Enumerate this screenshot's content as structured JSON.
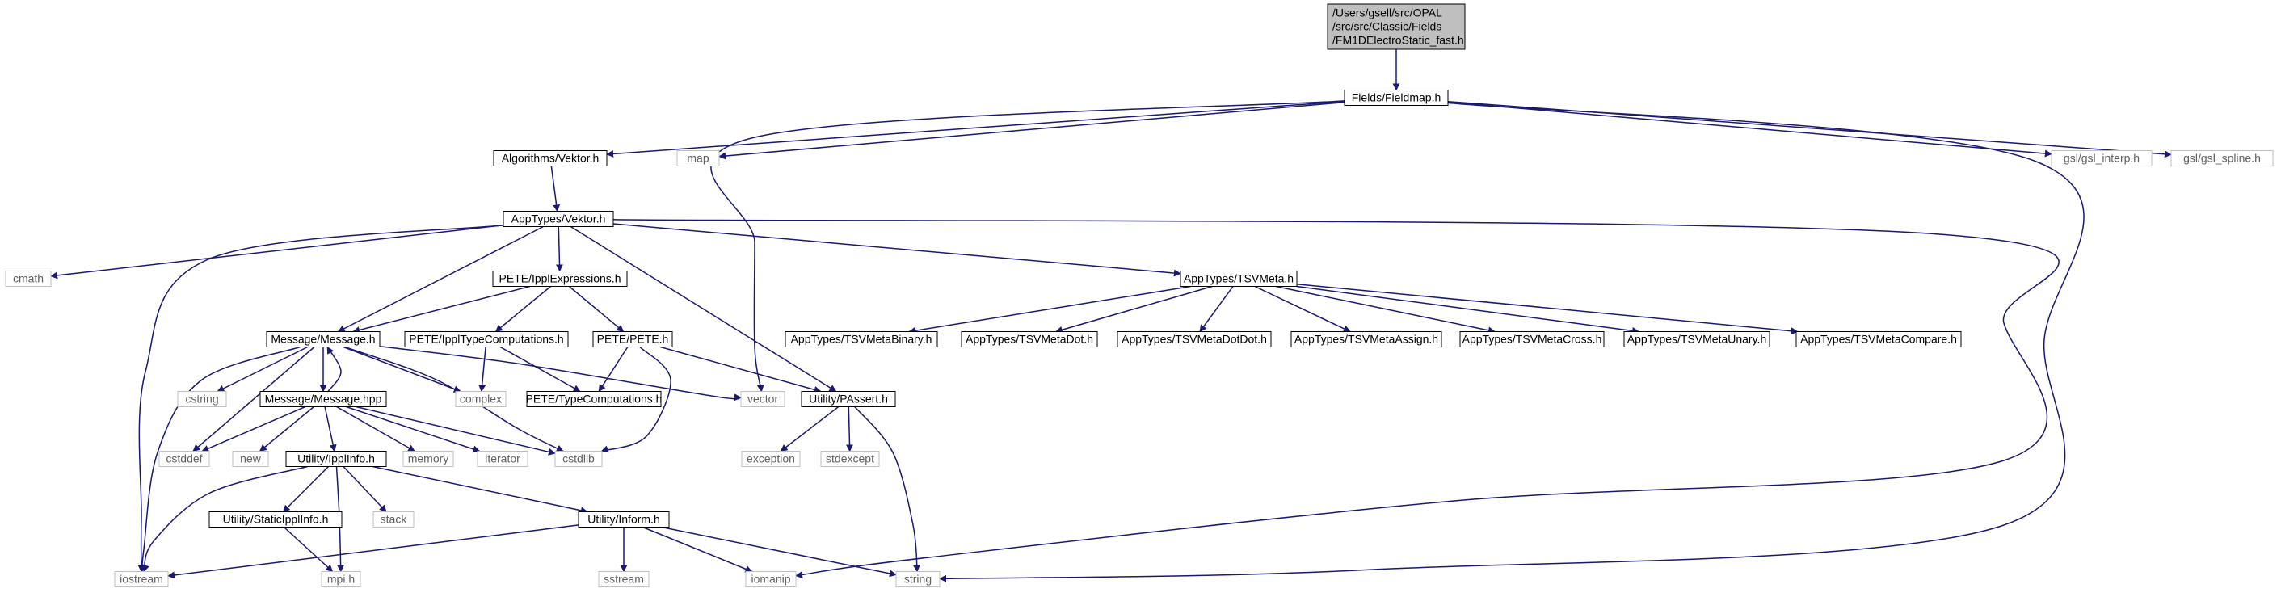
{
  "graph": {
    "edge_color": "#191970",
    "root_fill": "#bfbfbf",
    "header_border": "#000000",
    "system_border": "#bfbfbf",
    "nodes": [
      {
        "id": "root",
        "kind": "root",
        "lines": [
          "/Users/gsell/src/OPAL",
          "/src/src/Classic/Fields",
          "/FM1DElectroStatic_fast.h"
        ]
      },
      {
        "id": "fieldmap",
        "kind": "header",
        "lines": [
          "Fields/Fieldmap.h"
        ]
      },
      {
        "id": "alg_vektor",
        "kind": "header",
        "lines": [
          "Algorithms/Vektor.h"
        ]
      },
      {
        "id": "map",
        "kind": "system",
        "lines": [
          "map"
        ]
      },
      {
        "id": "gsl_interp",
        "kind": "system",
        "lines": [
          "gsl/gsl_interp.h"
        ]
      },
      {
        "id": "gsl_spline",
        "kind": "system",
        "lines": [
          "gsl/gsl_spline.h"
        ]
      },
      {
        "id": "app_vektor",
        "kind": "header",
        "lines": [
          "AppTypes/Vektor.h"
        ]
      },
      {
        "id": "cmath",
        "kind": "system",
        "lines": [
          "cmath"
        ]
      },
      {
        "id": "ippl_expr",
        "kind": "header",
        "lines": [
          "PETE/IpplExpressions.h"
        ]
      },
      {
        "id": "tsvmeta",
        "kind": "header",
        "lines": [
          "AppTypes/TSVMeta.h"
        ]
      },
      {
        "id": "message_h",
        "kind": "header",
        "lines": [
          "Message/Message.h"
        ]
      },
      {
        "id": "ippl_typecomp",
        "kind": "header",
        "lines": [
          "PETE/IpplTypeComputations.h"
        ]
      },
      {
        "id": "pete_h",
        "kind": "header",
        "lines": [
          "PETE/PETE.h"
        ]
      },
      {
        "id": "tsv_binary",
        "kind": "header",
        "lines": [
          "AppTypes/TSVMetaBinary.h"
        ]
      },
      {
        "id": "tsv_dot",
        "kind": "header",
        "lines": [
          "AppTypes/TSVMetaDot.h"
        ]
      },
      {
        "id": "tsv_dotdot",
        "kind": "header",
        "lines": [
          "AppTypes/TSVMetaDotDot.h"
        ]
      },
      {
        "id": "tsv_assign",
        "kind": "header",
        "lines": [
          "AppTypes/TSVMetaAssign.h"
        ]
      },
      {
        "id": "tsv_cross",
        "kind": "header",
        "lines": [
          "AppTypes/TSVMetaCross.h"
        ]
      },
      {
        "id": "tsv_unary",
        "kind": "header",
        "lines": [
          "AppTypes/TSVMetaUnary.h"
        ]
      },
      {
        "id": "tsv_compare",
        "kind": "header",
        "lines": [
          "AppTypes/TSVMetaCompare.h"
        ]
      },
      {
        "id": "cstring",
        "kind": "system",
        "lines": [
          "cstring"
        ]
      },
      {
        "id": "message_hpp",
        "kind": "header",
        "lines": [
          "Message/Message.hpp"
        ]
      },
      {
        "id": "complex",
        "kind": "system",
        "lines": [
          "complex"
        ]
      },
      {
        "id": "pete_typecomp",
        "kind": "header",
        "lines": [
          "PETE/TypeComputations.h"
        ]
      },
      {
        "id": "vector",
        "kind": "system",
        "lines": [
          "vector"
        ]
      },
      {
        "id": "passert",
        "kind": "header",
        "lines": [
          "Utility/PAssert.h"
        ]
      },
      {
        "id": "cstddef",
        "kind": "system",
        "lines": [
          "cstddef"
        ]
      },
      {
        "id": "new",
        "kind": "system",
        "lines": [
          "new"
        ]
      },
      {
        "id": "ipplinfo",
        "kind": "header",
        "lines": [
          "Utility/IpplInfo.h"
        ]
      },
      {
        "id": "memory",
        "kind": "system",
        "lines": [
          "memory"
        ]
      },
      {
        "id": "iterator",
        "kind": "system",
        "lines": [
          "iterator"
        ]
      },
      {
        "id": "cstdlib",
        "kind": "system",
        "lines": [
          "cstdlib"
        ]
      },
      {
        "id": "exception",
        "kind": "system",
        "lines": [
          "exception"
        ]
      },
      {
        "id": "stdexcept",
        "kind": "system",
        "lines": [
          "stdexcept"
        ]
      },
      {
        "id": "static_ipplinfo",
        "kind": "header",
        "lines": [
          "Utility/StaticIpplInfo.h"
        ]
      },
      {
        "id": "stack",
        "kind": "system",
        "lines": [
          "stack"
        ]
      },
      {
        "id": "inform",
        "kind": "header",
        "lines": [
          "Utility/Inform.h"
        ]
      },
      {
        "id": "iostream",
        "kind": "system",
        "lines": [
          "iostream"
        ]
      },
      {
        "id": "mpi",
        "kind": "system",
        "lines": [
          "mpi.h"
        ]
      },
      {
        "id": "sstream",
        "kind": "system",
        "lines": [
          "sstream"
        ]
      },
      {
        "id": "iomanip",
        "kind": "system",
        "lines": [
          "iomanip"
        ]
      },
      {
        "id": "string",
        "kind": "system",
        "lines": [
          "string"
        ]
      }
    ],
    "edges": [
      [
        "root",
        "fieldmap"
      ],
      [
        "fieldmap",
        "alg_vektor"
      ],
      [
        "fieldmap",
        "map"
      ],
      [
        "fieldmap",
        "vector"
      ],
      [
        "fieldmap",
        "gsl_interp"
      ],
      [
        "fieldmap",
        "gsl_spline"
      ],
      [
        "fieldmap",
        "string"
      ],
      [
        "alg_vektor",
        "app_vektor"
      ],
      [
        "app_vektor",
        "cmath"
      ],
      [
        "app_vektor",
        "iostream"
      ],
      [
        "app_vektor",
        "message_h"
      ],
      [
        "app_vektor",
        "ippl_expr"
      ],
      [
        "app_vektor",
        "passert"
      ],
      [
        "app_vektor",
        "tsvmeta"
      ],
      [
        "app_vektor",
        "iomanip"
      ],
      [
        "ippl_expr",
        "message_h"
      ],
      [
        "ippl_expr",
        "ippl_typecomp"
      ],
      [
        "ippl_expr",
        "pete_h"
      ],
      [
        "tsvmeta",
        "tsv_binary"
      ],
      [
        "tsvmeta",
        "tsv_dot"
      ],
      [
        "tsvmeta",
        "tsv_dotdot"
      ],
      [
        "tsvmeta",
        "tsv_assign"
      ],
      [
        "tsvmeta",
        "tsv_cross"
      ],
      [
        "tsvmeta",
        "tsv_unary"
      ],
      [
        "tsvmeta",
        "tsv_compare"
      ],
      [
        "message_h",
        "cstring"
      ],
      [
        "message_h",
        "message_hpp"
      ],
      [
        "message_h",
        "complex"
      ],
      [
        "message_h",
        "vector"
      ],
      [
        "message_h",
        "cstddef"
      ],
      [
        "message_h",
        "cstdlib"
      ],
      [
        "message_h",
        "iostream"
      ],
      [
        "message_hpp",
        "message_h"
      ],
      [
        "message_hpp",
        "cstddef"
      ],
      [
        "message_hpp",
        "new"
      ],
      [
        "message_hpp",
        "ipplinfo"
      ],
      [
        "message_hpp",
        "memory"
      ],
      [
        "message_hpp",
        "iterator"
      ],
      [
        "message_hpp",
        "cstdlib"
      ],
      [
        "ippl_typecomp",
        "complex"
      ],
      [
        "ippl_typecomp",
        "pete_typecomp"
      ],
      [
        "pete_h",
        "pete_typecomp"
      ],
      [
        "pete_h",
        "passert"
      ],
      [
        "pete_h",
        "cstdlib"
      ],
      [
        "passert",
        "exception"
      ],
      [
        "passert",
        "stdexcept"
      ],
      [
        "passert",
        "string"
      ],
      [
        "ipplinfo",
        "static_ipplinfo"
      ],
      [
        "ipplinfo",
        "stack"
      ],
      [
        "ipplinfo",
        "inform"
      ],
      [
        "ipplinfo",
        "iostream"
      ],
      [
        "ipplinfo",
        "mpi"
      ],
      [
        "static_ipplinfo",
        "mpi"
      ],
      [
        "inform",
        "iostream"
      ],
      [
        "inform",
        "sstream"
      ],
      [
        "inform",
        "iomanip"
      ],
      [
        "inform",
        "string"
      ]
    ]
  }
}
